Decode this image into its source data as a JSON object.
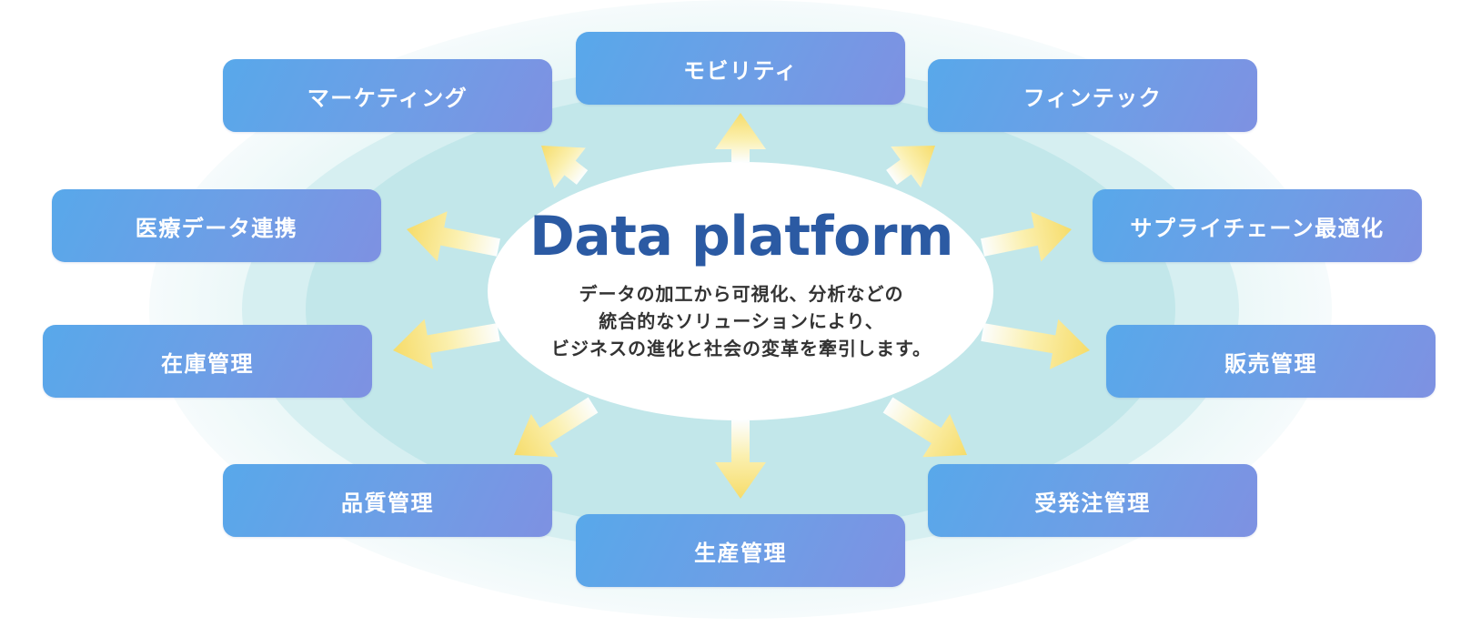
{
  "center": {
    "title": "Data platform",
    "description_lines": [
      "データの加工から可視化、分析などの",
      "統合的なソリューションにより、",
      "ビジネスの進化と社会の変革を牽引します。"
    ]
  },
  "nodes": {
    "mobility": "モビリティ",
    "marketing": "マーケティング",
    "fintech": "フィンテック",
    "medical": "医療データ連携",
    "supply_chain": "サプライチェーン最適化",
    "inventory": "在庫管理",
    "sales": "販売管理",
    "quality": "品質管理",
    "orders": "受発注管理",
    "production": "生産管理"
  },
  "colors": {
    "title": "#2b5aa3",
    "text": "#333333",
    "node_gradient_start": "#58a8ea",
    "node_gradient_end": "#7e91e2",
    "arrow": "#f8e27a",
    "ring_outer": "#e9f7f7",
    "ring_middle": "#d6eff1",
    "ring_inner": "#c2e7ea",
    "center_fill": "#ffffff"
  },
  "icons": {
    "arrows": "arrow-icon"
  }
}
